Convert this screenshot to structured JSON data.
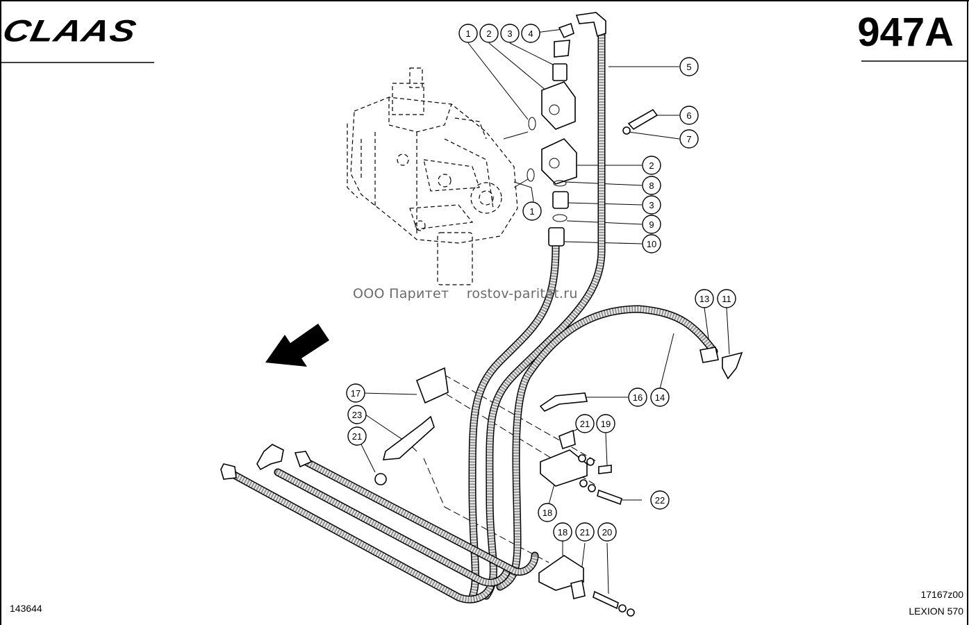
{
  "header": {
    "brand": "CLAAS",
    "page_number": "947A"
  },
  "footer": {
    "document_number": "143644",
    "drawing_number": "17167z00",
    "model": "LEXION 570"
  },
  "watermark": {
    "text": "ООО Паритет    rostov-paritet.ru"
  },
  "callouts": [
    {
      "label": "1"
    },
    {
      "label": "2"
    },
    {
      "label": "3"
    },
    {
      "label": "4"
    },
    {
      "label": "5"
    },
    {
      "label": "6"
    },
    {
      "label": "7"
    },
    {
      "label": "2"
    },
    {
      "label": "8"
    },
    {
      "label": "1"
    },
    {
      "label": "3"
    },
    {
      "label": "9"
    },
    {
      "label": "10"
    },
    {
      "label": "13"
    },
    {
      "label": "11"
    },
    {
      "label": "16"
    },
    {
      "label": "14"
    },
    {
      "label": "17"
    },
    {
      "label": "23"
    },
    {
      "label": "21"
    },
    {
      "label": "21"
    },
    {
      "label": "19"
    },
    {
      "label": "22"
    },
    {
      "label": "18"
    },
    {
      "label": "18"
    },
    {
      "label": "21"
    },
    {
      "label": "20"
    }
  ]
}
